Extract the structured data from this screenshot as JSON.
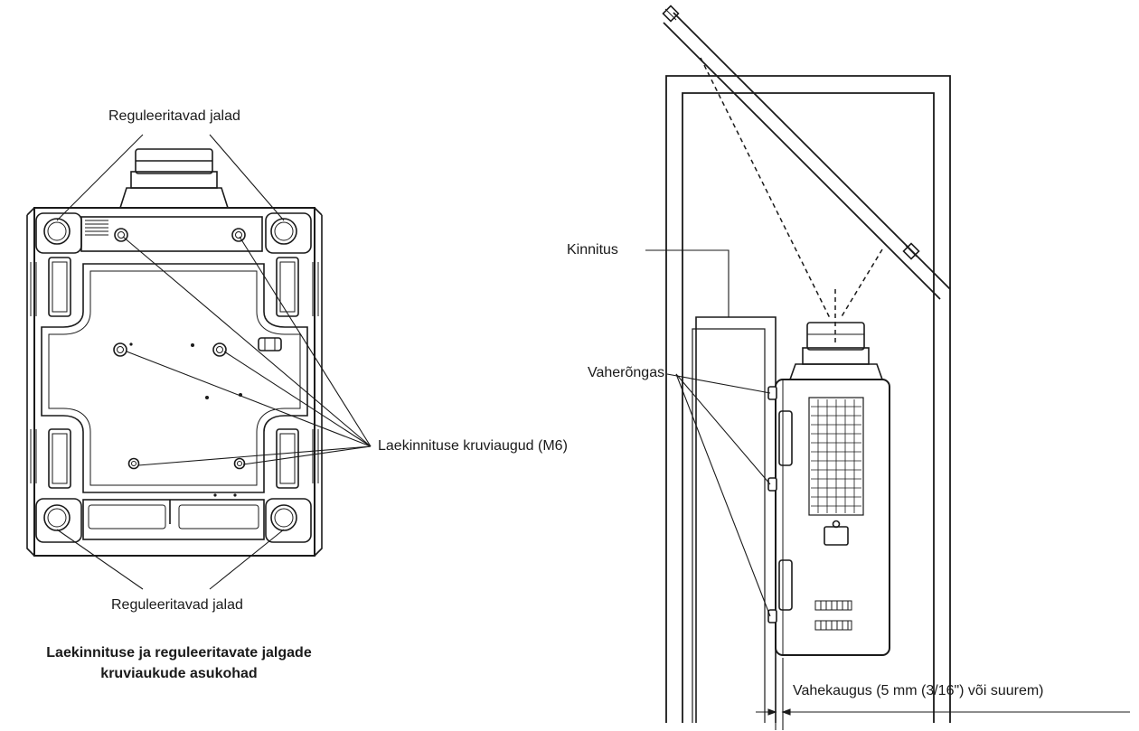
{
  "left_figure": {
    "label_feet_top": "Reguleeritavad jalad",
    "label_feet_bottom": "Reguleeritavad jalad",
    "label_screw_holes": "Laekinnituse kruviaugud (M6)",
    "caption_line1": "Laekinnituse ja reguleeritavate jalgade",
    "caption_line2": "kruviaukude asukohad"
  },
  "right_figure": {
    "label_mount": "Kinnitus",
    "label_spacer": "Vaherõngas",
    "label_clearance": "Vahekaugus (5 mm (3/16\") või suurem)"
  },
  "colors": {
    "line": "#1a1a1a",
    "background": "#ffffff"
  }
}
